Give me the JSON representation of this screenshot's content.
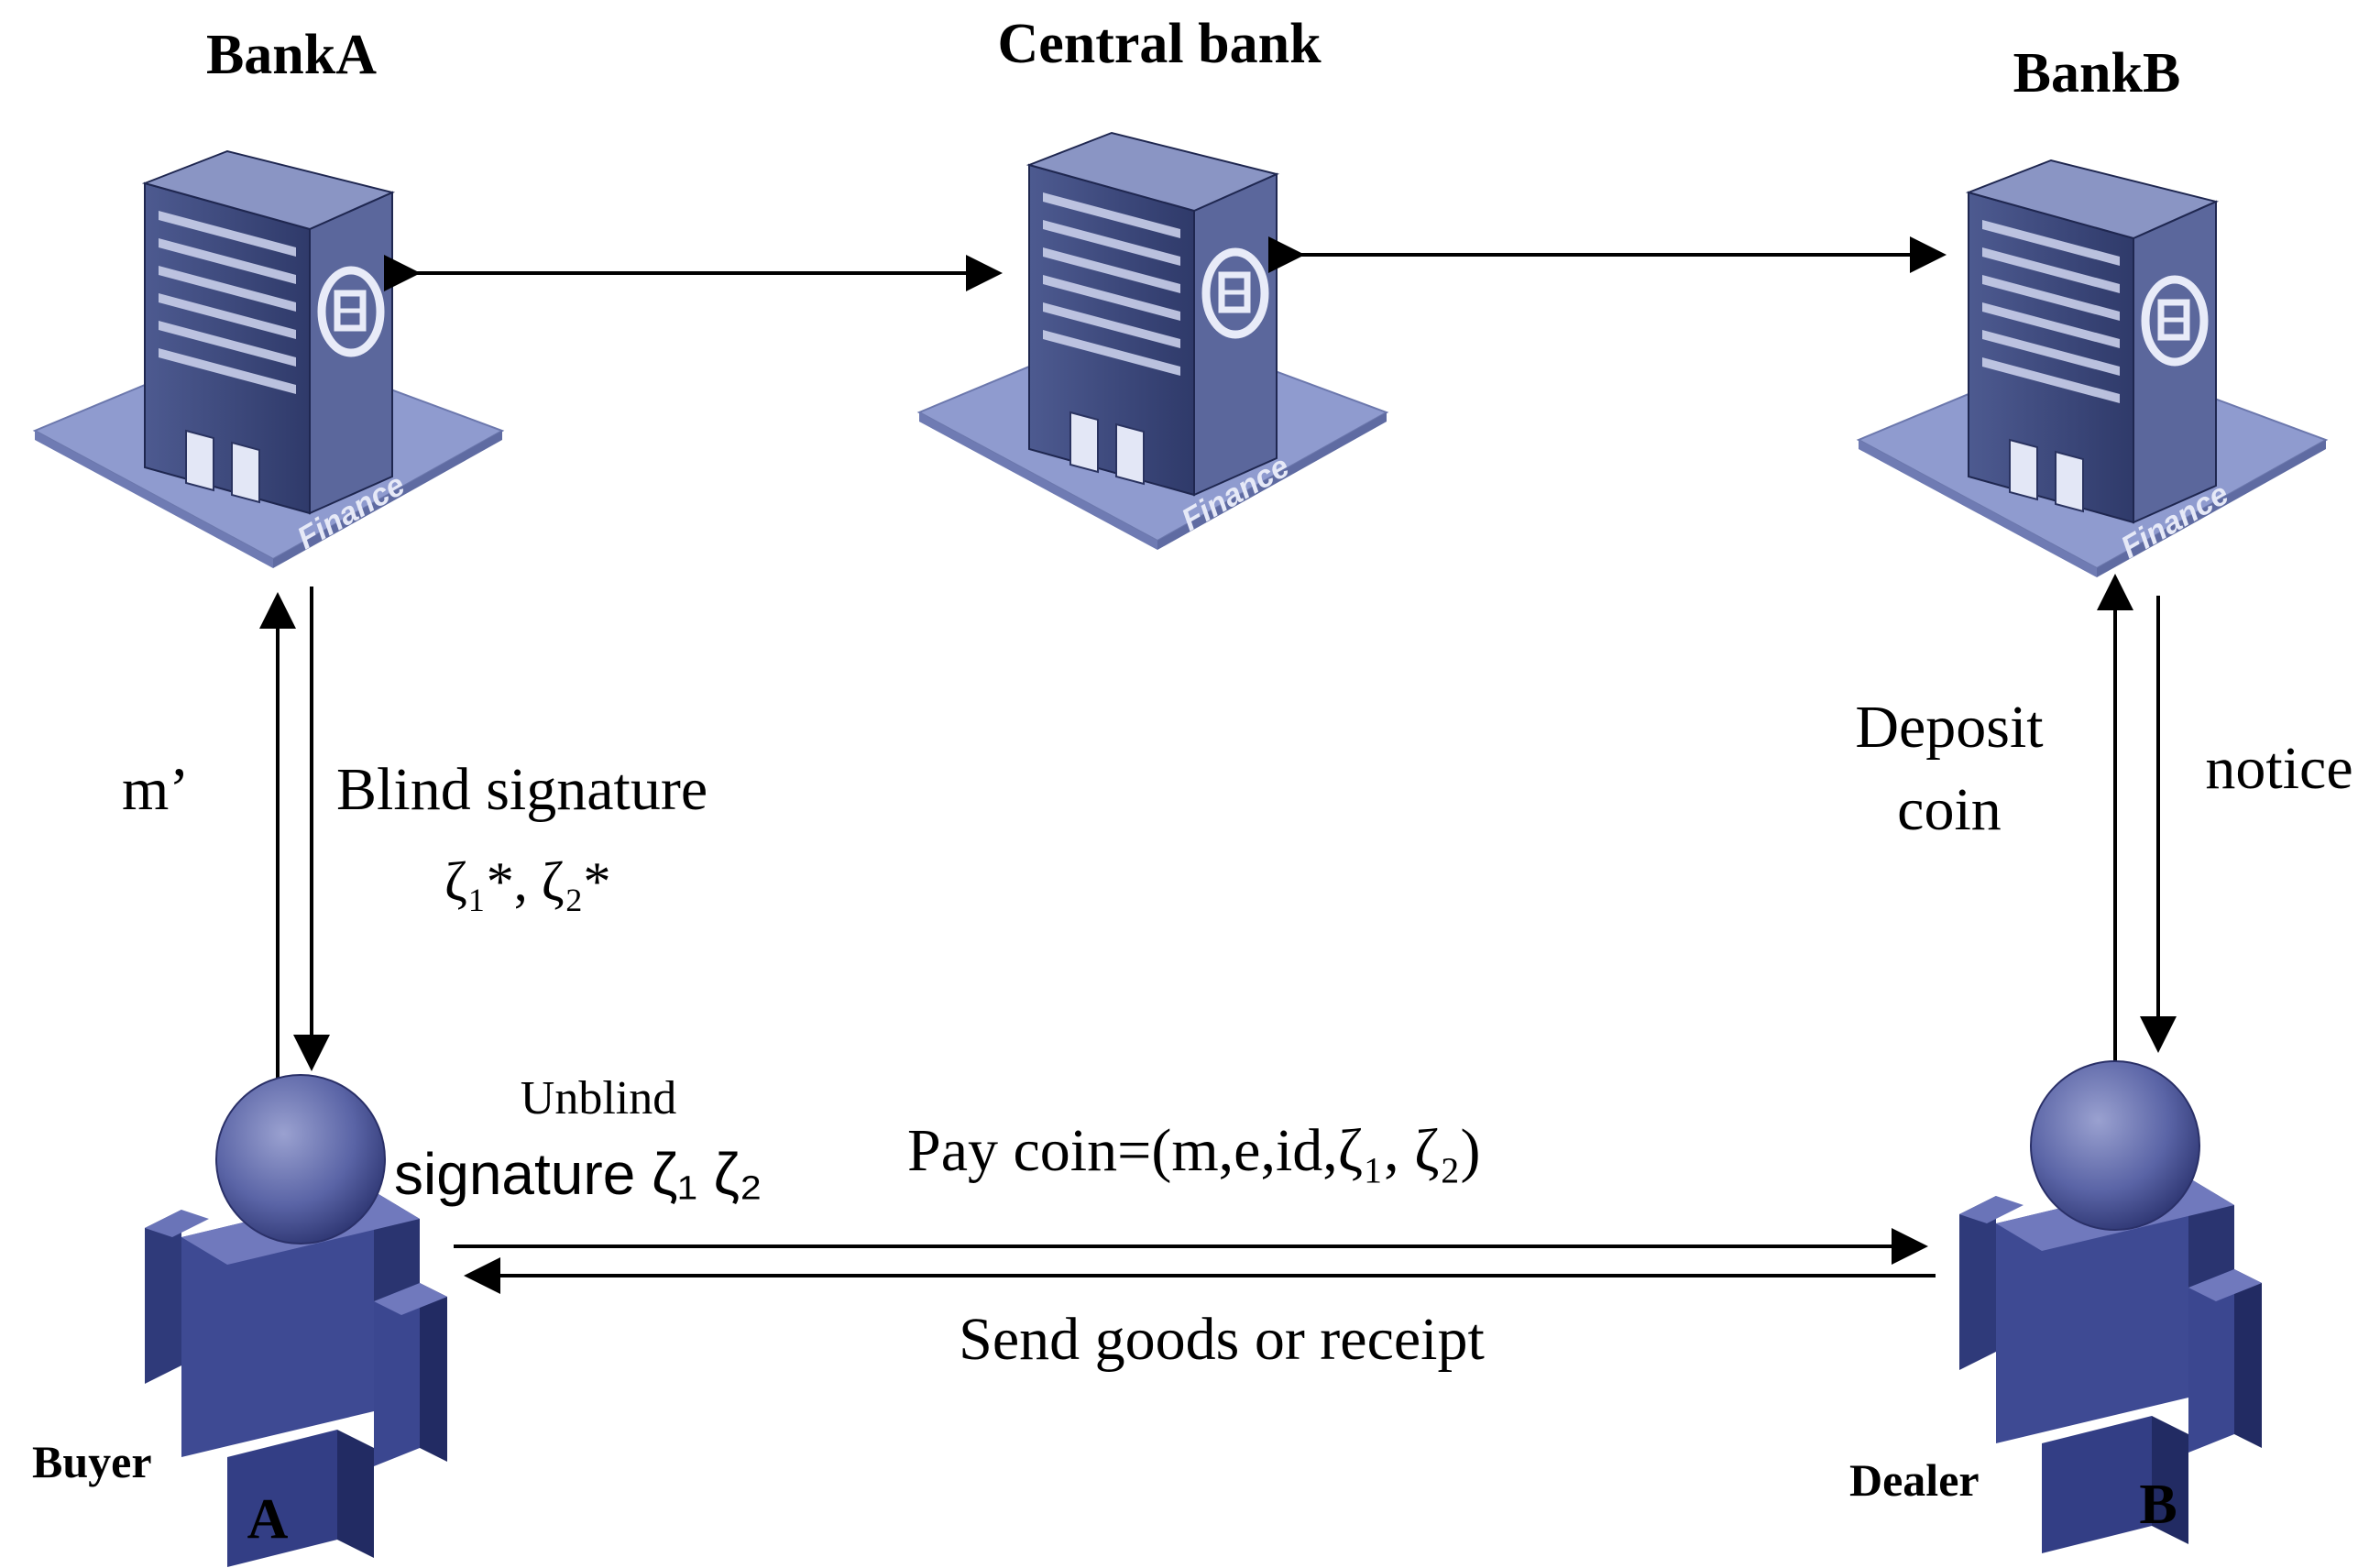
{
  "nodes": {
    "bank_a": {
      "title": "BankA",
      "sign": "Finance"
    },
    "central_bank": {
      "title": "Central bank",
      "sign": "Finance"
    },
    "bank_b": {
      "title": "BankB",
      "sign": "Finance"
    },
    "buyer": {
      "role": "Buyer",
      "letter": "A"
    },
    "dealer": {
      "role": "Dealer",
      "letter": "B"
    }
  },
  "edges": {
    "m_prime": "m’",
    "blind_signature": {
      "line1": "Blind signature",
      "line2": "ζ₁*, ζ₂*"
    },
    "unblind": {
      "line1": "Unblind",
      "line2": "signature ζ₁ ζ₂"
    },
    "pay": "Pay  coin=(m,e,id,ζ₁, ζ₂)",
    "send_goods": "Send goods or receipt",
    "deposit": {
      "line1": "Deposit",
      "line2": "coin"
    },
    "notice": "notice"
  },
  "colors": {
    "building_front": "#3d4878",
    "building_side": "#5b679c",
    "building_top": "#8a95c4",
    "base_plate": "#8f9bcf",
    "window": "#d3d8ef",
    "person_body": "#3e4a93",
    "person_head": "#5a64a6"
  }
}
